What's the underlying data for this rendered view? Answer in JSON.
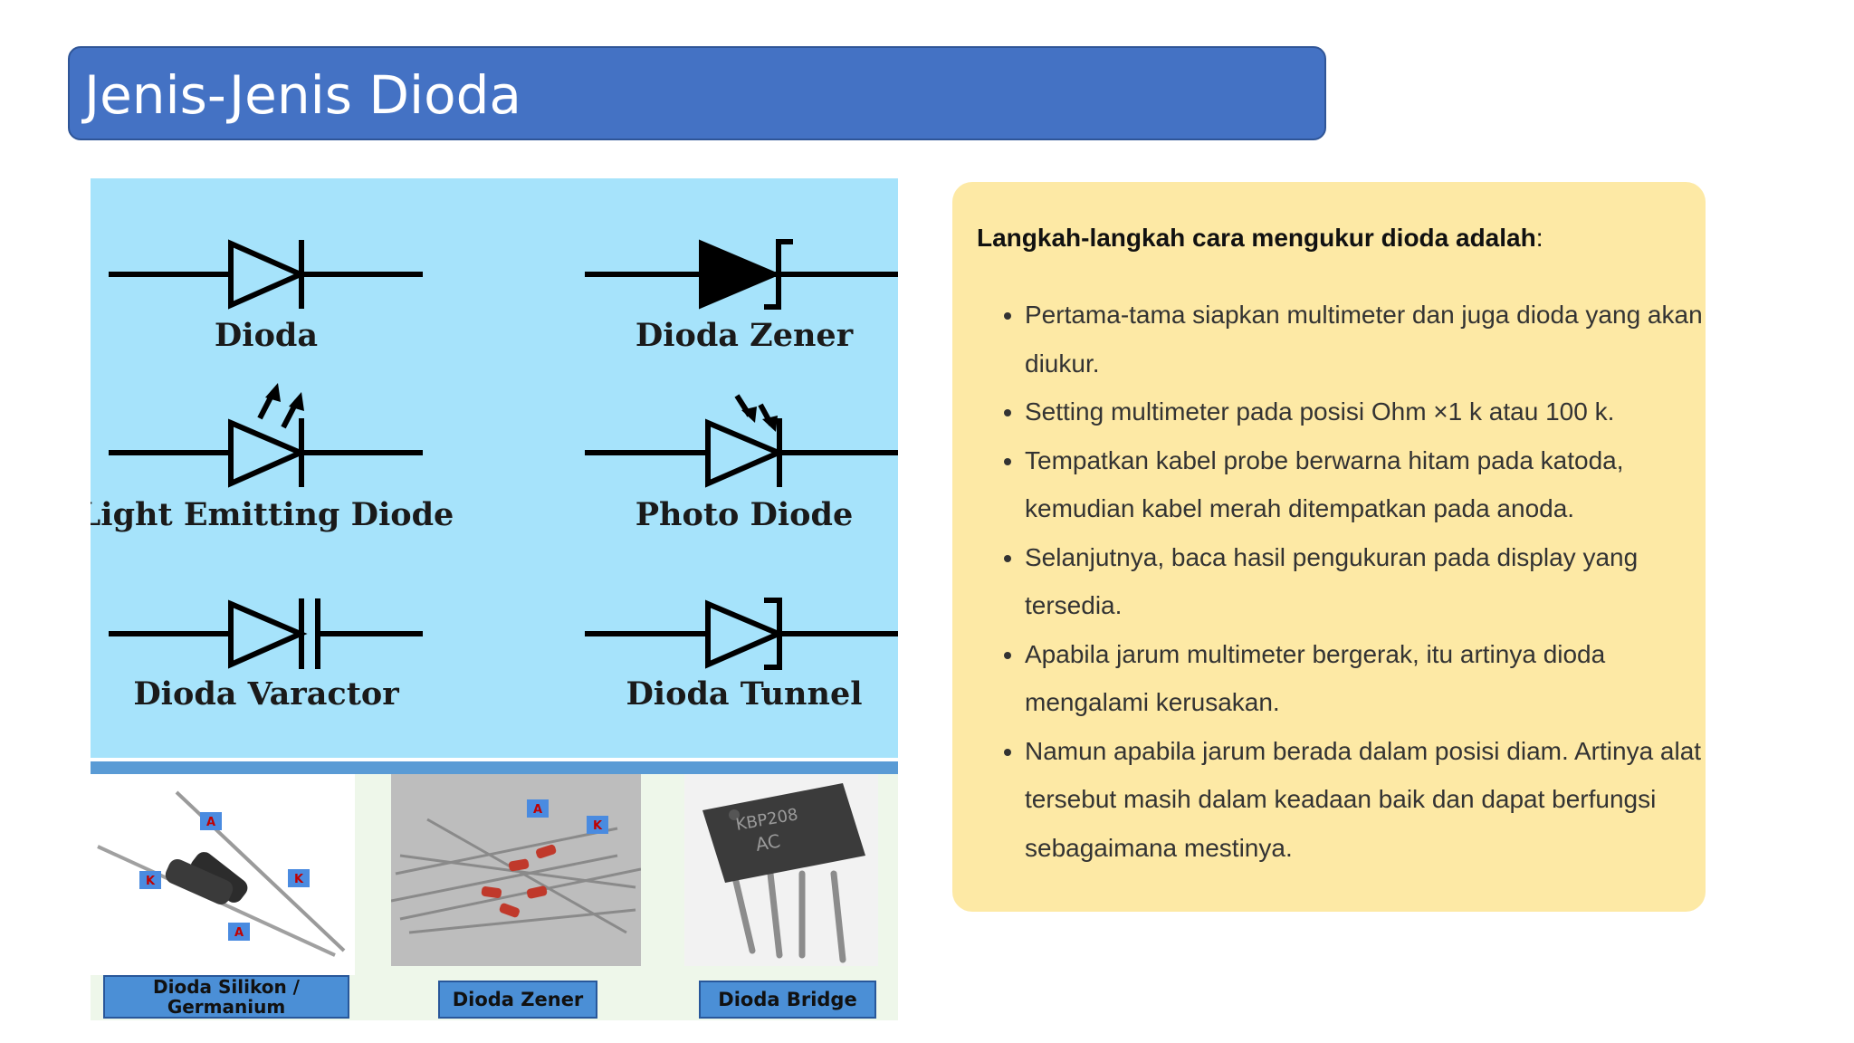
{
  "slide": {
    "title": "Jenis-Jenis Dioda"
  },
  "symbols": {
    "dioda": "Dioda",
    "zener": "Dioda Zener",
    "led": "Light Emitting Diode",
    "photo": "Photo Diode",
    "varactor": "Dioda Varactor",
    "tunnel": "Dioda Tunnel"
  },
  "photos": {
    "silikon": "Dioda Silikon / Germanium",
    "zener": "Dioda Zener",
    "bridge": "Dioda Bridge",
    "marker_a": "A",
    "marker_k": "K",
    "chip_text1": "KBP208",
    "chip_text2": "AC"
  },
  "steps": {
    "heading": "Langkah-langkah cara mengukur dioda adalah",
    "heading_suffix": ":",
    "items": [
      "Pertama-tama siapkan multimeter dan juga dioda yang akan diukur.",
      "Setting multimeter pada posisi Ohm ×1 k atau 100 k.",
      "Tempatkan kabel probe berwarna hitam pada katoda, kemudian kabel merah ditempatkan pada anoda.",
      "Selanjutnya, baca hasil pengukuran pada display yang tersedia.",
      "Apabila jarum multimeter bergerak, itu artinya dioda mengalami kerusakan.",
      "Namun apabila jarum berada dalam posisi diam. Artinya alat tersebut masih dalam keadaan baik dan dapat berfungsi sebagaimana mestinya."
    ]
  }
}
